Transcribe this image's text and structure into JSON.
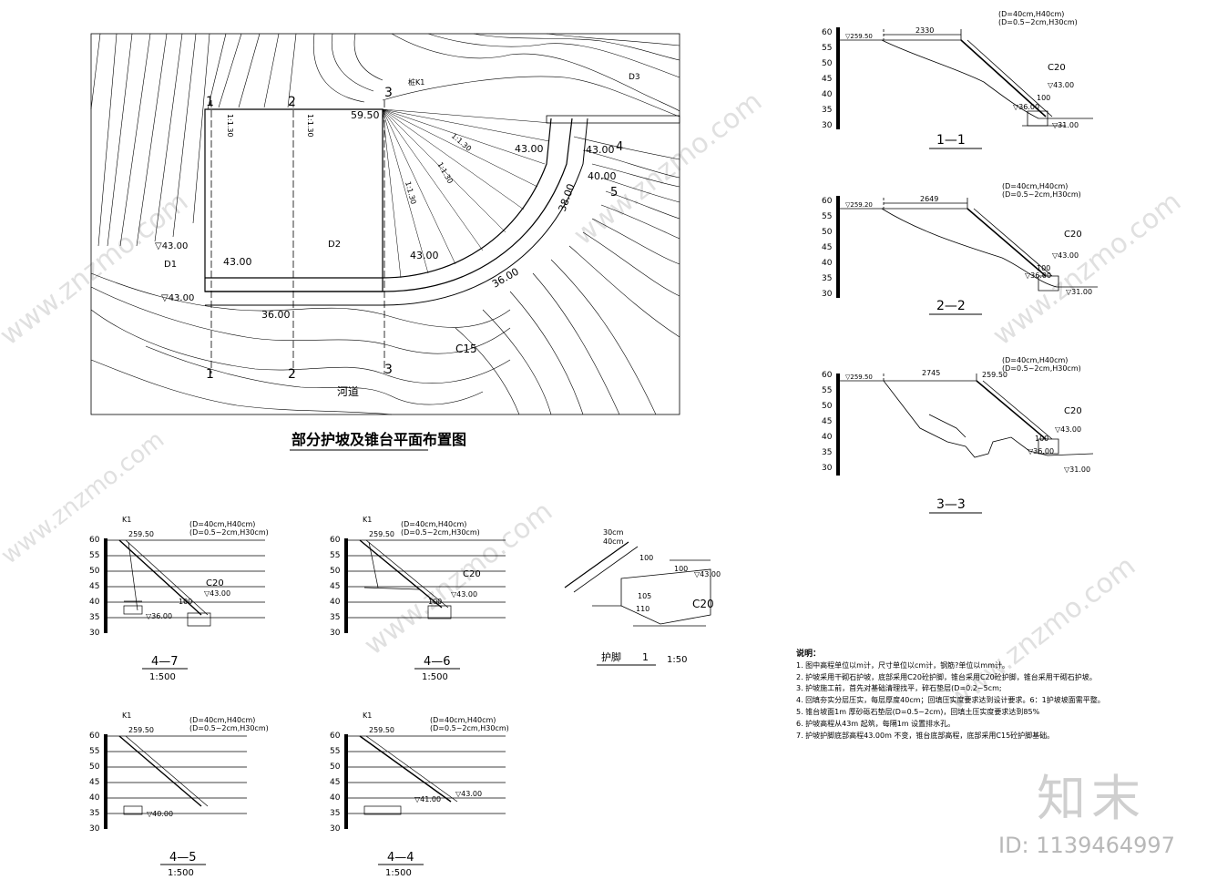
{
  "plan": {
    "title": "部分护坡及锥台平面布置图",
    "points": [
      "1",
      "2",
      "3",
      "4",
      "5",
      "1",
      "2",
      "3"
    ],
    "labels": {
      "k1": "桩K1",
      "d3": "D3",
      "d1": "D1",
      "d2": "D2",
      "c15": "C15",
      "river": "河道",
      "slope": "1:1.30"
    },
    "elevations": [
      "59.50",
      "43.00",
      "43.00",
      "43.00",
      "43.00",
      "40.00",
      "38.00",
      "36.00",
      "36.00",
      "▽43.00",
      "▽43.00"
    ]
  },
  "sections": {
    "s11": {
      "caption": "1—1",
      "top_elev": "▽259.50",
      "width": "2330",
      "lining": "(D=40cm,H40cm)",
      "cushion": "(D=0.5~2cm,H30cm)",
      "c20": "C20",
      "e1": "▽43.00",
      "e2": "▽36.00",
      "e3": "▽31.00",
      "dim": "100"
    },
    "s22": {
      "caption": "2—2",
      "top_elev": "▽259.20",
      "width": "2649",
      "lining": "(D=40cm,H40cm)",
      "cushion": "(D=0.5~2cm,H30cm)",
      "c20": "C20",
      "e1": "▽43.00",
      "e2": "▽36.00",
      "e3": "▽31.00",
      "dim": "100"
    },
    "s33": {
      "caption": "3—3",
      "top_elev": "▽259.50",
      "width": "2745",
      "top_r": "259.50",
      "lining": "(D=40cm,H40cm)",
      "cushion": "(D=0.5~2cm,H30cm)",
      "c20": "C20",
      "e1": "▽43.00",
      "e2": "▽36.00",
      "e3": "▽31.00",
      "dim": "100"
    },
    "s47": {
      "caption": "4—7",
      "scale": "1:500",
      "k": "K1",
      "elev": "259.50",
      "lining": "(D=40cm,H40cm)",
      "cushion": "(D=0.5~2cm,H30cm)",
      "c20": "C20",
      "e1": "▽43.00",
      "e2": "▽36.00",
      "dim": "100"
    },
    "s46": {
      "caption": "4—6",
      "scale": "1:500",
      "k": "K1",
      "elev": "259.50",
      "lining": "(D=40cm,H40cm)",
      "cushion": "(D=0.5~2cm,H30cm)",
      "c20": "C20",
      "e1": "▽43.00",
      "dim": "100"
    },
    "s45": {
      "caption": "4—5",
      "scale": "1:500",
      "k": "K1",
      "elev": "259.50",
      "lining": "(D=40cm,H40cm)",
      "cushion": "(D=0.5~2cm,H30cm)",
      "e1": "▽40.00"
    },
    "s44": {
      "caption": "4—4",
      "scale": "1:500",
      "k": "K1",
      "elev": "259.50",
      "lining": "(D=40cm,H40cm)",
      "cushion": "(D=0.5~2cm,H30cm)",
      "e1": "▽43.00",
      "e2": "▽41.00"
    }
  },
  "axis_ticks": [
    "60",
    "55",
    "50",
    "45",
    "40",
    "35",
    "30"
  ],
  "detail": {
    "caption": "护脚",
    "num": "1",
    "scale": "1:50",
    "c20": "C20",
    "elev": "▽43.00",
    "d1": "100",
    "d2": "100",
    "d3": "105",
    "d4": "110",
    "l1": "30cm",
    "l2": "40cm"
  },
  "notes": {
    "heading": "说明：",
    "items": [
      "1. 图中高程单位以m计，尺寸单位以cm计，钢筋?单位以mm计。",
      "2. 护坡采用干砌石护坡，底部采用C20砼护脚，锥台采用C20砼护脚，锥台采用干砌石护坡。",
      "3. 护坡施工前，首先对基础清理找平，碎石垫层(D=0.2~5cm;",
      "4. 回填夯实分层压实，每层厚度40cm；回填压实度要求达到设计要求。6：1护坡坡面需平整。",
      "5. 锥台坡面1m 厚砂砾石垫层(D=0.5~2cm)，回填土压实度要求达到85%",
      "6. 护坡高程从43m 起筑，每隔1m 设置排水孔。",
      "7. 护坡护脚底部高程43.00m 不变，锥台底部高程，底部采用C15砼护脚基础。"
    ]
  },
  "brand": {
    "logo": "知末",
    "id": "ID: 1139464997",
    "watermark": "www.znzmo.com"
  }
}
